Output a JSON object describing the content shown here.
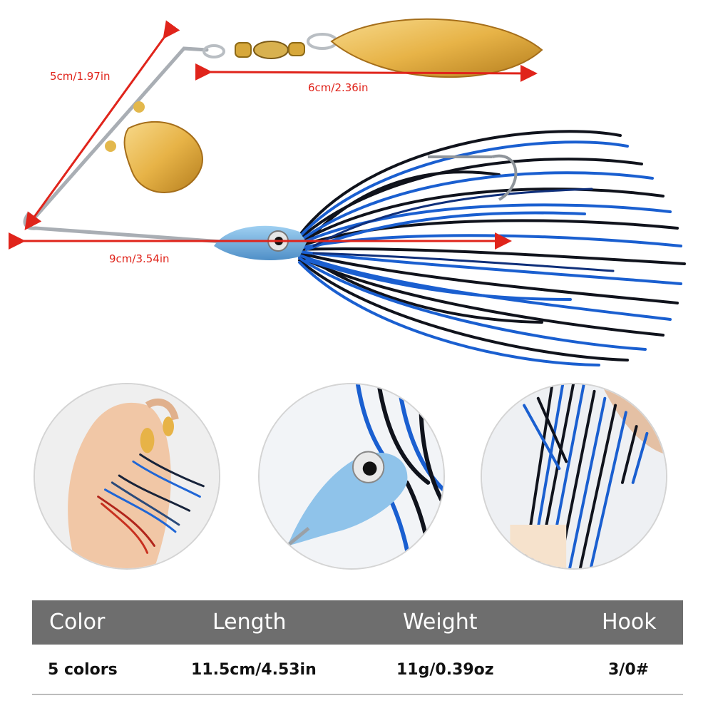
{
  "dimensions": {
    "height": "5cm/1.97in",
    "blade_length": "6cm/2.36in",
    "total_length": "9cm/3.54in"
  },
  "detail_photos": [
    {
      "name": "hand-holding-lures"
    },
    {
      "name": "head-eye-closeup"
    },
    {
      "name": "skirt-closeup"
    }
  ],
  "specs": {
    "headers": [
      "Color",
      "Length",
      "Weight",
      "Hook"
    ],
    "values": [
      "5 colors",
      "11.5cm/4.53in",
      "11g/0.39oz",
      "3/0#"
    ]
  },
  "colors": {
    "dimension_red": "#e0241b",
    "header_bg": "#6e6e6e",
    "skirt_blue": "#1a5fd0",
    "skirt_black": "#10131c",
    "blade_gold": "#e7b347"
  }
}
